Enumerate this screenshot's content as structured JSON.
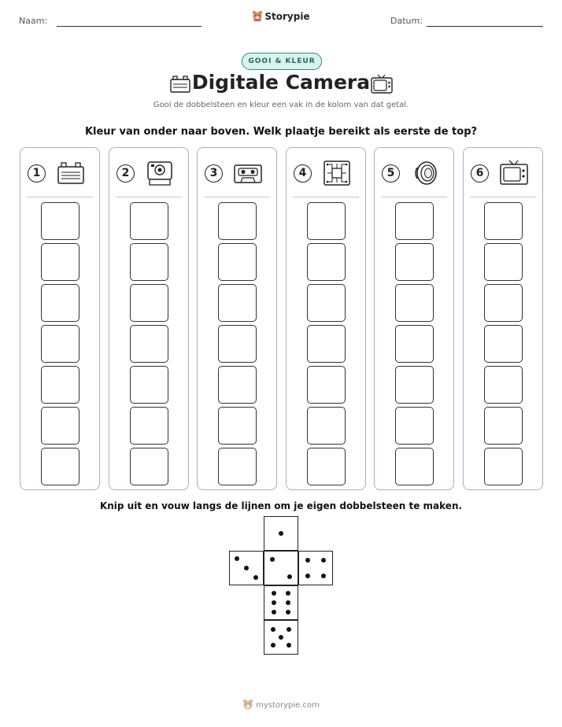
{
  "header": {
    "name_label": "Naam:",
    "date_label": "Datum:",
    "brand": "Storypie"
  },
  "badge": "GOOI & KLEUR",
  "title": "Digitale Camera",
  "subtitle": "Gooi de dobbelsteen en kleur een vak in de kolom van dat getal.",
  "instruction": "Kleur van onder naar boven. Welk plaatje bereikt als eerste de top?",
  "columns": [
    {
      "number": "1",
      "icon": "car-battery-icon"
    },
    {
      "number": "2",
      "icon": "polaroid-camera-icon"
    },
    {
      "number": "3",
      "icon": "cassette-tape-icon"
    },
    {
      "number": "4",
      "icon": "microchip-icon"
    },
    {
      "number": "5",
      "icon": "camera-lens-icon"
    },
    {
      "number": "6",
      "icon": "retro-tv-icon"
    }
  ],
  "boxes_per_column": 7,
  "cutout_instruction": "Knip uit en vouw langs de lijnen om je eigen dobbelsteen te maken.",
  "dice_faces": [
    1,
    3,
    2,
    4,
    6,
    5
  ],
  "footer": "mystorypie.com"
}
